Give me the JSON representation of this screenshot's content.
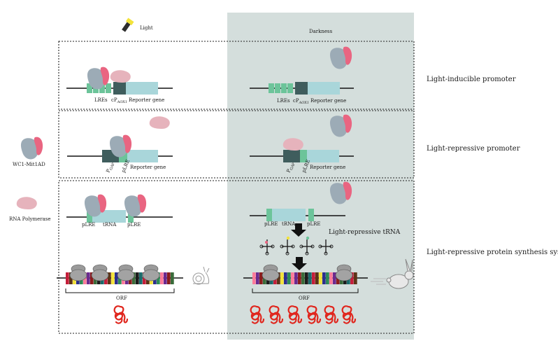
{
  "header": {
    "light": "Light",
    "darkness": "Darkness"
  },
  "legend": {
    "wc1": "WC1-Mit1AD",
    "polymerase": "RNA Polymerase"
  },
  "rows": {
    "row1": "Light-inducible promoter",
    "row2": "Light-repressive promoter",
    "row3": "Light-repressive protein synthesis system"
  },
  "labels": {
    "lres": "LREs",
    "pre_sub": "cP",
    "aox1": "AOX1",
    "reporter": "Reporter gene",
    "pgap": "P",
    "gap": "GAP",
    "plre": "pLRE",
    "trna": "tRNA",
    "orf": "ORF",
    "light_repressive_trna": "Light-repressive tRNA"
  },
  "colors": {
    "dark_panel": "#d4dedc",
    "lre_green": "#6cc49a",
    "promoter_dark": "#3f5d5d",
    "reporter_cyan": "#a9d6da",
    "wc1_gray": "#9cabb6",
    "wc1_pink": "#e96581",
    "polymerase": "#e6b3bc",
    "protein_red": "#e0261d"
  }
}
